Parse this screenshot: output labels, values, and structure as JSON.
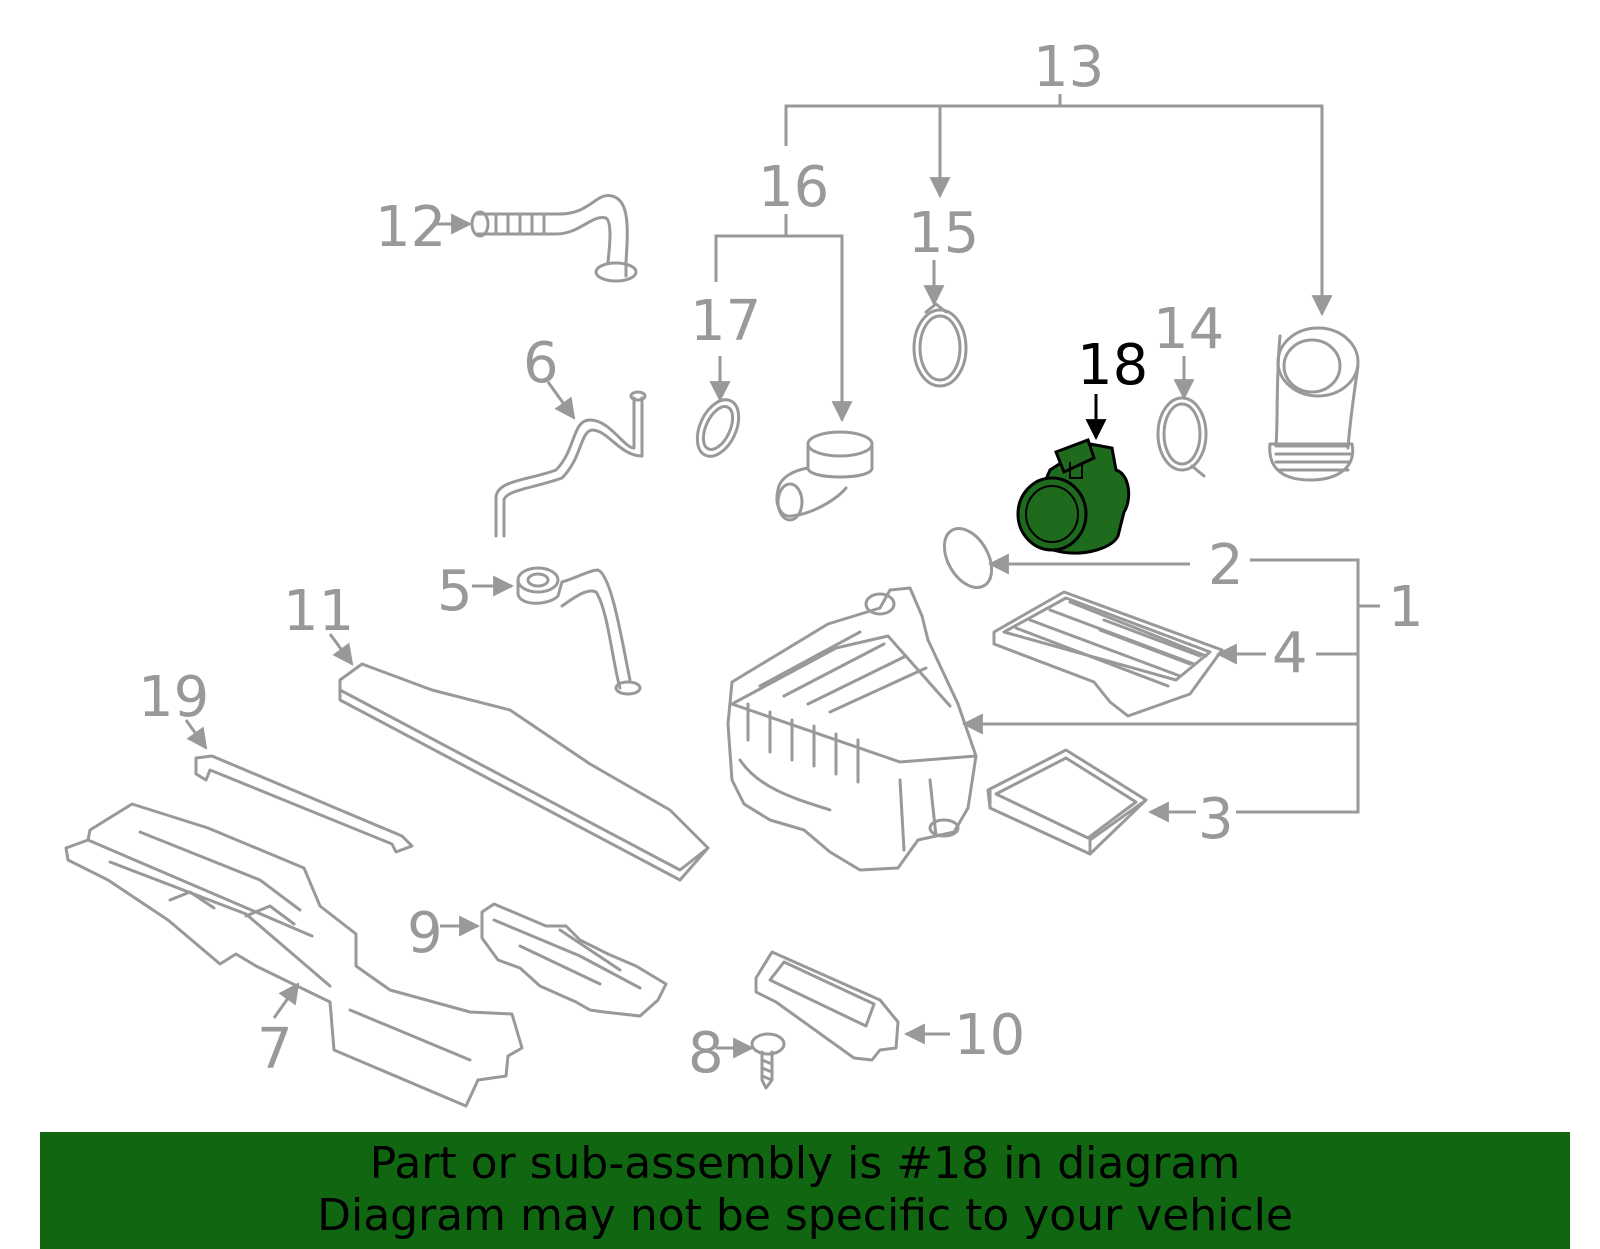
{
  "colors": {
    "line": "#999999",
    "highlight_part_fill": "#1e6b1e",
    "highlight_label": "#000000",
    "banner_bg": "#116611",
    "banner_text": "#000000"
  },
  "callouts": [
    {
      "id": "1",
      "label": "1"
    },
    {
      "id": "2",
      "label": "2"
    },
    {
      "id": "3",
      "label": "3"
    },
    {
      "id": "4",
      "label": "4"
    },
    {
      "id": "5",
      "label": "5"
    },
    {
      "id": "6",
      "label": "6"
    },
    {
      "id": "7",
      "label": "7"
    },
    {
      "id": "8",
      "label": "8"
    },
    {
      "id": "9",
      "label": "9"
    },
    {
      "id": "10",
      "label": "10"
    },
    {
      "id": "11",
      "label": "11"
    },
    {
      "id": "12",
      "label": "12"
    },
    {
      "id": "13",
      "label": "13"
    },
    {
      "id": "14",
      "label": "14"
    },
    {
      "id": "15",
      "label": "15"
    },
    {
      "id": "16",
      "label": "16"
    },
    {
      "id": "17",
      "label": "17"
    },
    {
      "id": "18",
      "label": "18",
      "highlighted": true
    },
    {
      "id": "19",
      "label": "19"
    }
  ],
  "banner": {
    "line1": "Part or sub-assembly is #18 in diagram",
    "line2": "Diagram may not be specific to your vehicle"
  }
}
